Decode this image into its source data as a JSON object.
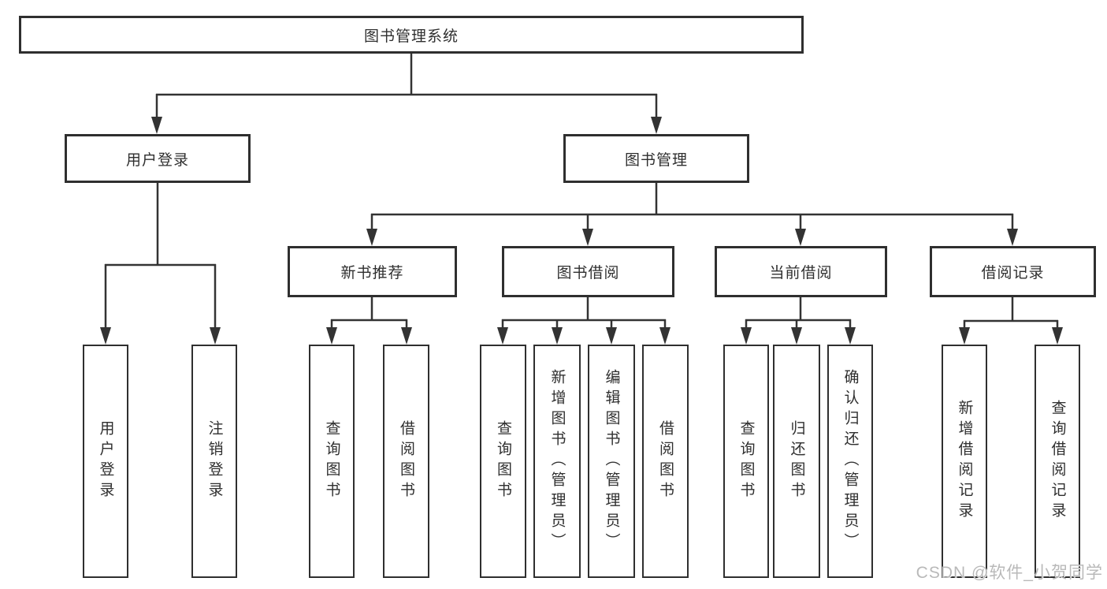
{
  "diagram": {
    "root": {
      "label": "图书管理系统"
    },
    "children": [
      {
        "label": "用户登录",
        "children": [
          {
            "label": "用户登录"
          },
          {
            "label": "注销登录"
          }
        ]
      },
      {
        "label": "图书管理",
        "children": [
          {
            "label": "新书推荐",
            "children": [
              {
                "label": "查询图书"
              },
              {
                "label": "借阅图书"
              }
            ]
          },
          {
            "label": "图书借阅",
            "children": [
              {
                "label": "查询图书"
              },
              {
                "label": "新增图书（管理员）"
              },
              {
                "label": "编辑图书（管理员）"
              },
              {
                "label": "借阅图书"
              }
            ]
          },
          {
            "label": "当前借阅",
            "children": [
              {
                "label": "查询图书"
              },
              {
                "label": "归还图书"
              },
              {
                "label": "确认归还（管理员）"
              }
            ]
          },
          {
            "label": "借阅记录",
            "children": [
              {
                "label": "新增借阅记录"
              },
              {
                "label": "查询借阅记录"
              }
            ]
          }
        ]
      }
    ]
  },
  "watermark": {
    "text": "CSDN @软件_小贺同学"
  },
  "colors": {
    "line": "#333333",
    "border": "#2f2f2f",
    "text": "#2f2f2f",
    "watermark": "#b9b9b9",
    "background": "#ffffff"
  }
}
